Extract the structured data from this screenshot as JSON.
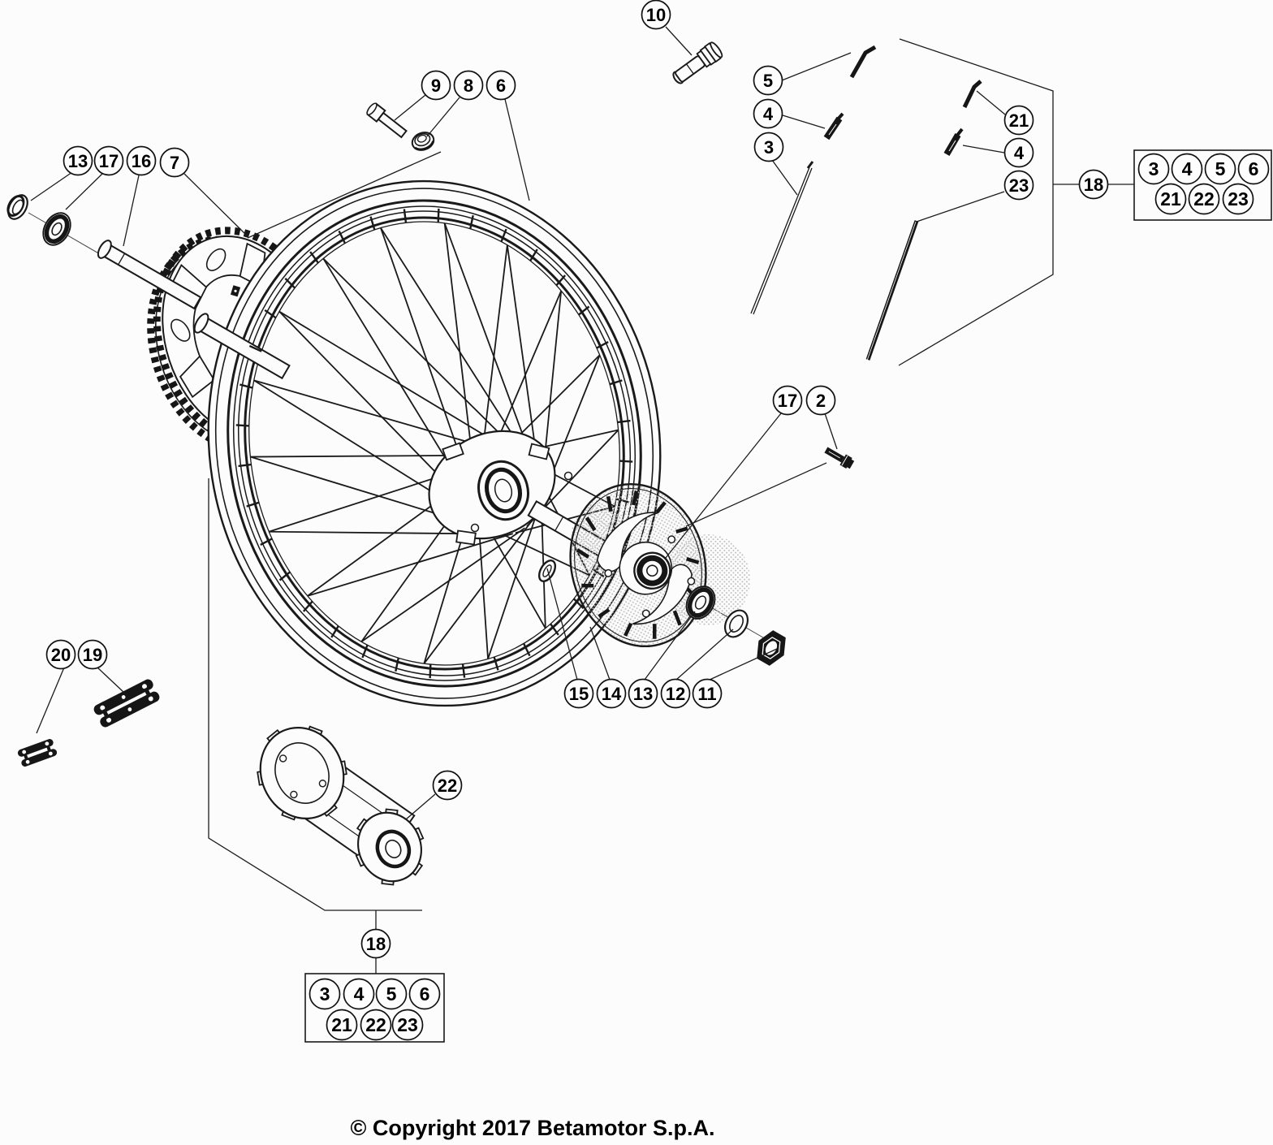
{
  "colors": {
    "background": "#fcfcfc",
    "line": "#1a1a1a",
    "halftone": "#bfbfbf"
  },
  "callout_labels": {
    "2": "2",
    "3": "3",
    "4": "4",
    "5": "5",
    "6": "6",
    "7": "7",
    "8": "8",
    "9": "9",
    "10": "10",
    "11": "11",
    "12": "12",
    "13": "13",
    "14": "14",
    "15": "15",
    "16": "16",
    "17": "17",
    "18": "18",
    "19": "19",
    "20": "20",
    "21": "21",
    "22": "22",
    "23": "23"
  },
  "legend_boxes": {
    "right": {
      "connector": "18",
      "row1": [
        "3",
        "4",
        "5",
        "6"
      ],
      "row2": [
        "21",
        "22",
        "23"
      ]
    },
    "bottom": {
      "connector": "18",
      "row1": [
        "3",
        "4",
        "5",
        "6"
      ],
      "row2": [
        "21",
        "22",
        "23"
      ]
    }
  },
  "footer": {
    "copyright": "© Copyright 2017 Betamotor S.p.A."
  }
}
